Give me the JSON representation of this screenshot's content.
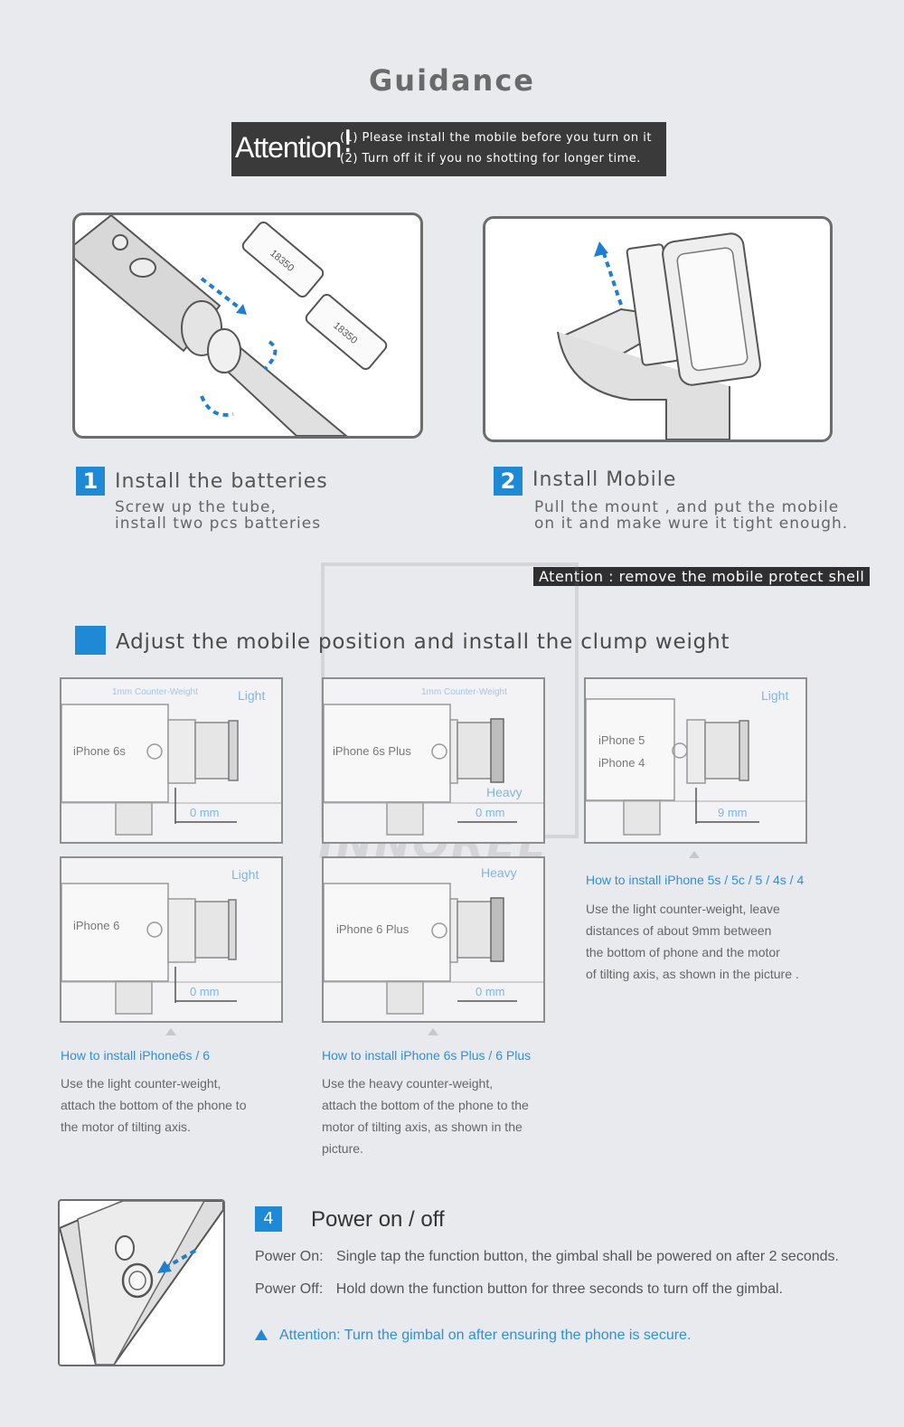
{
  "page": {
    "title": "Guidance"
  },
  "attention": {
    "word": "Attention",
    "bang": "!",
    "line1": "(1) Please install the mobile before you turn on it",
    "line2": "(2) Turn off it if you no shotting for longer time."
  },
  "battery_labels": [
    "18350",
    "18350"
  ],
  "step1": {
    "number": "1",
    "title": "Install the batteries",
    "desc": "Screw up the tube,\ninstall two pcs batteries"
  },
  "step2": {
    "number": "2",
    "title": "Install Mobile",
    "desc": "Pull the mount , and put the mobile\non it and make wure it tight enough.",
    "note": "Atention : remove the mobile protect shell"
  },
  "step3": {
    "title": "Adjust the mobile position and install the clump weight"
  },
  "diagrams": {
    "d1": {
      "phone": "iPhone 6s",
      "top": "1mm Counter-Weight",
      "weight": "Light",
      "dist": "0 mm"
    },
    "d2": {
      "phone": "iPhone 6s Plus",
      "top": "1mm Counter-Weight",
      "weight": "Heavy",
      "dist": "0 mm"
    },
    "d3": {
      "phone1": "iPhone 5",
      "phone2": "iPhone 4",
      "weight": "Light",
      "dist": "9 mm"
    },
    "d4": {
      "phone": "iPhone 6",
      "weight": "Light",
      "dist": "0 mm"
    },
    "d5": {
      "phone": "iPhone 6 Plus",
      "weight": "Heavy",
      "dist": "0 mm"
    }
  },
  "captions": {
    "c1": {
      "title": "How to install iPhone6s / 6",
      "lines": [
        "Use the light counter-weight,",
        "attach the bottom of the phone to",
        "the motor of tilting axis."
      ]
    },
    "c2": {
      "title": "How to install iPhone 6s Plus / 6 Plus",
      "lines": [
        "Use the heavy counter-weight,",
        "attach the bottom of the phone to the",
        "motor of tilting axis, as shown in the",
        "picture."
      ]
    },
    "c3": {
      "title": "How to install iPhone 5s / 5c / 5 / 4s / 4",
      "lines": [
        "Use the light counter-weight, leave",
        "distances of about 9mm between",
        "the bottom of phone and the motor",
        "of tilting axis, as shown in the picture ."
      ]
    }
  },
  "step4": {
    "number": "4",
    "title": "Power on / off",
    "on_label": "Power On:",
    "on_text": "Single tap the function button, the gimbal shall be powered on after 2 seconds.",
    "off_label": "Power Off:",
    "off_text": "Hold down the function button for three seconds to turn off the gimbal.",
    "attention": "Attention:  Turn the gimbal on after ensuring the phone is secure."
  },
  "watermark": {
    "brand": "INNOREL",
    "mark": "®"
  },
  "colors": {
    "accent": "#1e8ad6",
    "caption_blue": "#2d8fd9",
    "background": "#e9eaee",
    "dark_box": "#3a3a3a"
  }
}
